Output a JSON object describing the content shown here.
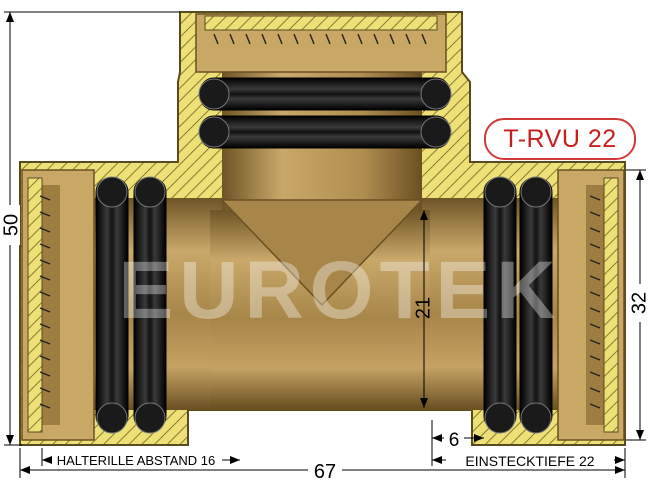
{
  "title": "T-RVU 22",
  "watermark": "EUROTEK",
  "dimensions": {
    "overall_height": "50",
    "inner_diameter": "21",
    "outer_diameter": "32",
    "overall_length": "67",
    "gap": "6",
    "retainer_spacing": "HALTERILLE ABSTAND 16",
    "insertion_depth": "EINSTECKTIEFE 22"
  },
  "colors": {
    "brass": "#b8965a",
    "brass_dark": "#8a6a32",
    "hatch_yellow": "#e8d86a",
    "oring": "#1a1a1a",
    "badge_red": "#c81e1e"
  }
}
